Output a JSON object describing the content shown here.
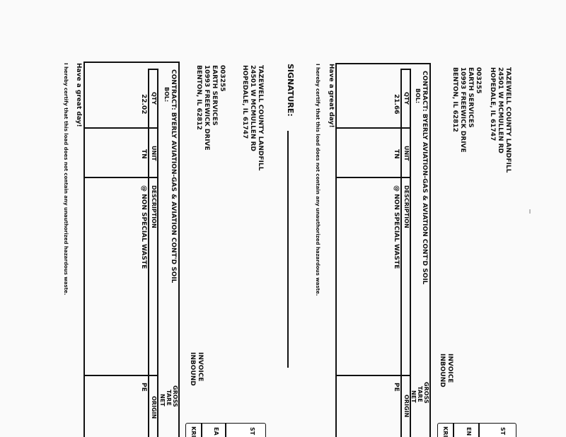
{
  "ticket_top": {
    "landfill": {
      "name": "TAZEWELL COUNTY LANDFILL",
      "street": "24501 W MCMULLEN RD",
      "city": "HOPEDALE, IL 61747"
    },
    "customer": {
      "id": "003255",
      "name": "EARTH SERVICES",
      "street": "10993 FREEWICK DRIVE",
      "city": "BENTON, IL 62812"
    },
    "contract": "CONTRACT: BYERLY AVIATION-GAS & AVIATION CONT'D SOIL",
    "contract_sub": "BOL:",
    "headers": {
      "qty": "QTY",
      "unit": "UNIT",
      "description": "DESCRIPTION",
      "gross": "GROSS",
      "tare": "TARE",
      "net": "NET",
      "origin": "ORIGIN"
    },
    "row": {
      "qty": "21.66",
      "unit": "TN",
      "description": "@ NON SPECIAL WASTE",
      "origin": "PE"
    },
    "invoice": "INVOICE",
    "inbound": "INBOUND",
    "signature_label": "SIGNATURE:",
    "certify": "I hereby certify that this load does not contain any unauthorized hazardous waste.",
    "greeting": "Have a great day!",
    "tabs": [
      "ST",
      "EN",
      "KRI"
    ]
  },
  "ticket_bottom": {
    "landfill": {
      "name": "TAZEWELL COUNTY LANDFILL",
      "street": "24501 W MCMULLEN RD",
      "city": "HOPEDALE, IL 61747"
    },
    "customer": {
      "id": "003255",
      "name": "EARTH SERVICES",
      "street": "10993 FREEWICK DRIVE",
      "city": "BENTON, IL 62812"
    },
    "contract": "CONTRACT: BYERLY AVIATION-GAS & AVIATION CONT'D SOIL",
    "contract_sub": "BOL:",
    "headers": {
      "qty": "QTY",
      "unit": "UNIT",
      "description": "DESCRIPTION",
      "gross": "GROSS",
      "tare": "TARE",
      "net": "NET",
      "origin": "ORIGIN"
    },
    "row": {
      "qty": "22.02",
      "unit": "TN",
      "description": "@ NON SPECIAL WASTE",
      "origin": "PE"
    },
    "invoice": "INVOICE",
    "inbound": "INBOUND",
    "certify": "I hereby certify that this load does not contain any unauthorized hazardous waste.",
    "greeting": "Have a great day!",
    "tabs": [
      "ST",
      "EA",
      "KRI"
    ]
  }
}
